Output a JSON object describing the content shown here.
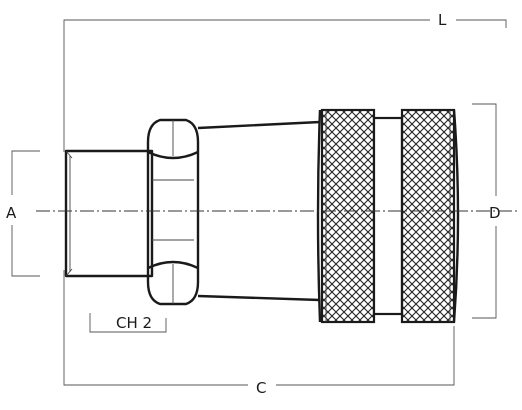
{
  "labels": {
    "length_overall": "L",
    "thread_diameter": "A",
    "outer_diameter": "D",
    "hex_size": "CH 2",
    "length_body": "C"
  },
  "colors": {
    "line": "#1a1a1a",
    "background": "#ffffff"
  }
}
